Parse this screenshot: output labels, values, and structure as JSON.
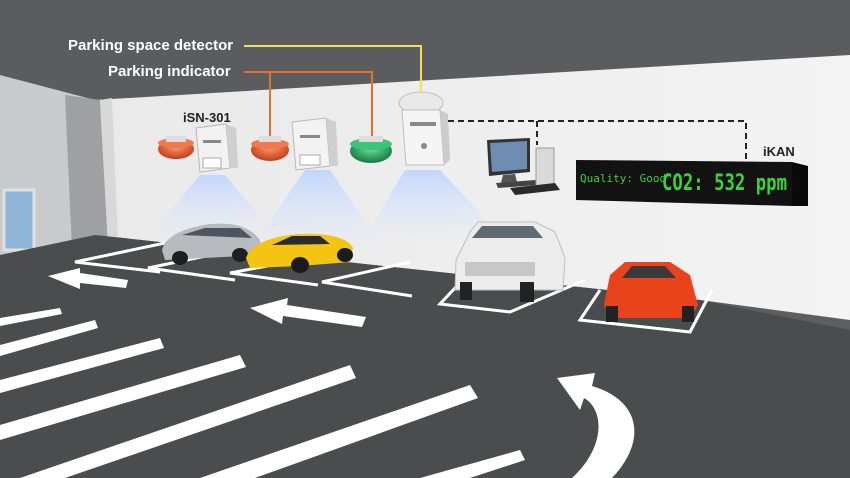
{
  "callouts": {
    "detector": "Parking space detector",
    "indicator": "Parking indicator"
  },
  "labels": {
    "device_model": "iSN-301",
    "display_brand": "iKAN"
  },
  "display": {
    "quality_text": "Quality: Good",
    "co2_text": "CO2: 532 ppm"
  },
  "colors": {
    "indicator_occupied": "#e2552a",
    "indicator_free": "#1f9e55",
    "detector_line": "#f2e14a",
    "indicator_line": "#e2722a",
    "led_text": "#39d33a"
  }
}
